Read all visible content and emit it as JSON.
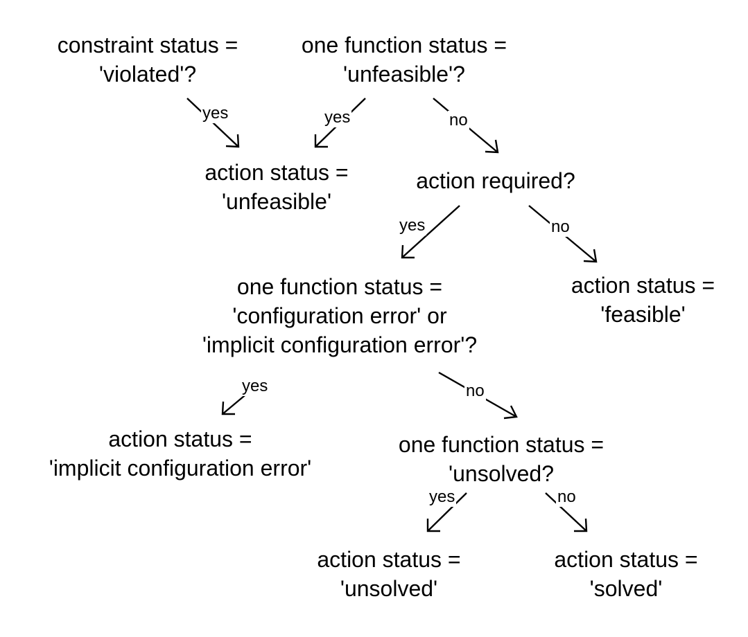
{
  "nodes": {
    "constraint": {
      "line1": "constraint status =",
      "line2": "'violated'?"
    },
    "function_unfeasible": {
      "line1": "one function status =",
      "line2": "'unfeasible'?"
    },
    "action_unfeasible": {
      "line1": "action status =",
      "line2": "'unfeasible'"
    },
    "action_required": {
      "line1": "action required?"
    },
    "config_check": {
      "line1": "one function status =",
      "line2": "'configuration error' or",
      "line3": "'implicit configuration error'?"
    },
    "action_feasible": {
      "line1": "action status =",
      "line2": "'feasible'"
    },
    "action_implicit": {
      "line1": "action status =",
      "line2": "'implicit configuration error'"
    },
    "unsolved_check": {
      "line1": "one function status =",
      "line2": "'unsolved?"
    },
    "action_unsolved": {
      "line1": "action status =",
      "line2": "'unsolved'"
    },
    "action_solved": {
      "line1": "action status =",
      "line2": "'solved'"
    }
  },
  "edges": {
    "constraint_yes": "yes",
    "function_yes": "yes",
    "function_no": "no",
    "required_yes": "yes",
    "required_no": "no",
    "config_yes": "yes",
    "config_no": "no",
    "unsolved_yes": "yes",
    "unsolved_no": "no"
  }
}
